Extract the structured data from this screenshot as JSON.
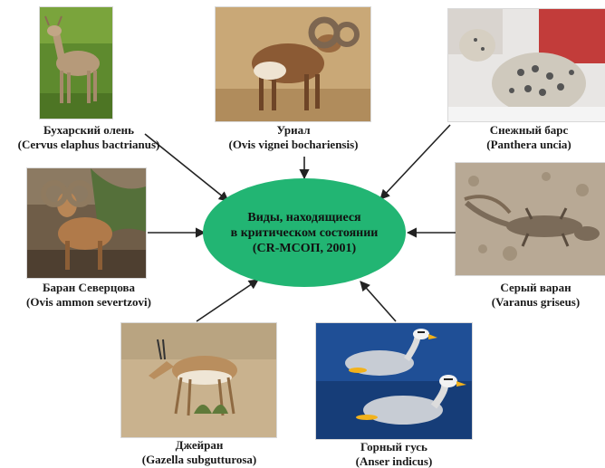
{
  "center": {
    "lines": [
      "Виды, находящиеся",
      "в критическом состоянии",
      "(CR-МСОП, 2001)"
    ],
    "color": "#22b573"
  },
  "species": [
    {
      "key": "deer",
      "name": "Бухарский олень",
      "latin": "(Cervus elaphus bactrianus)"
    },
    {
      "key": "urial",
      "name": "Уриал",
      "latin": "(Ovis vignei bochariensis)"
    },
    {
      "key": "leopard",
      "name": "Снежный барс",
      "latin": "(Panthera uncia)"
    },
    {
      "key": "argali",
      "name": "Баран Северцова",
      "latin": "(Ovis ammon severtzovi)"
    },
    {
      "key": "monitor",
      "name": "Серый варан",
      "latin": "(Varanus griseus)"
    },
    {
      "key": "gazelle",
      "name": "Джейран",
      "latin": "(Gazella subgutturosa)"
    },
    {
      "key": "goose",
      "name": "Горный гусь",
      "latin": "(Anser indicus)"
    }
  ]
}
